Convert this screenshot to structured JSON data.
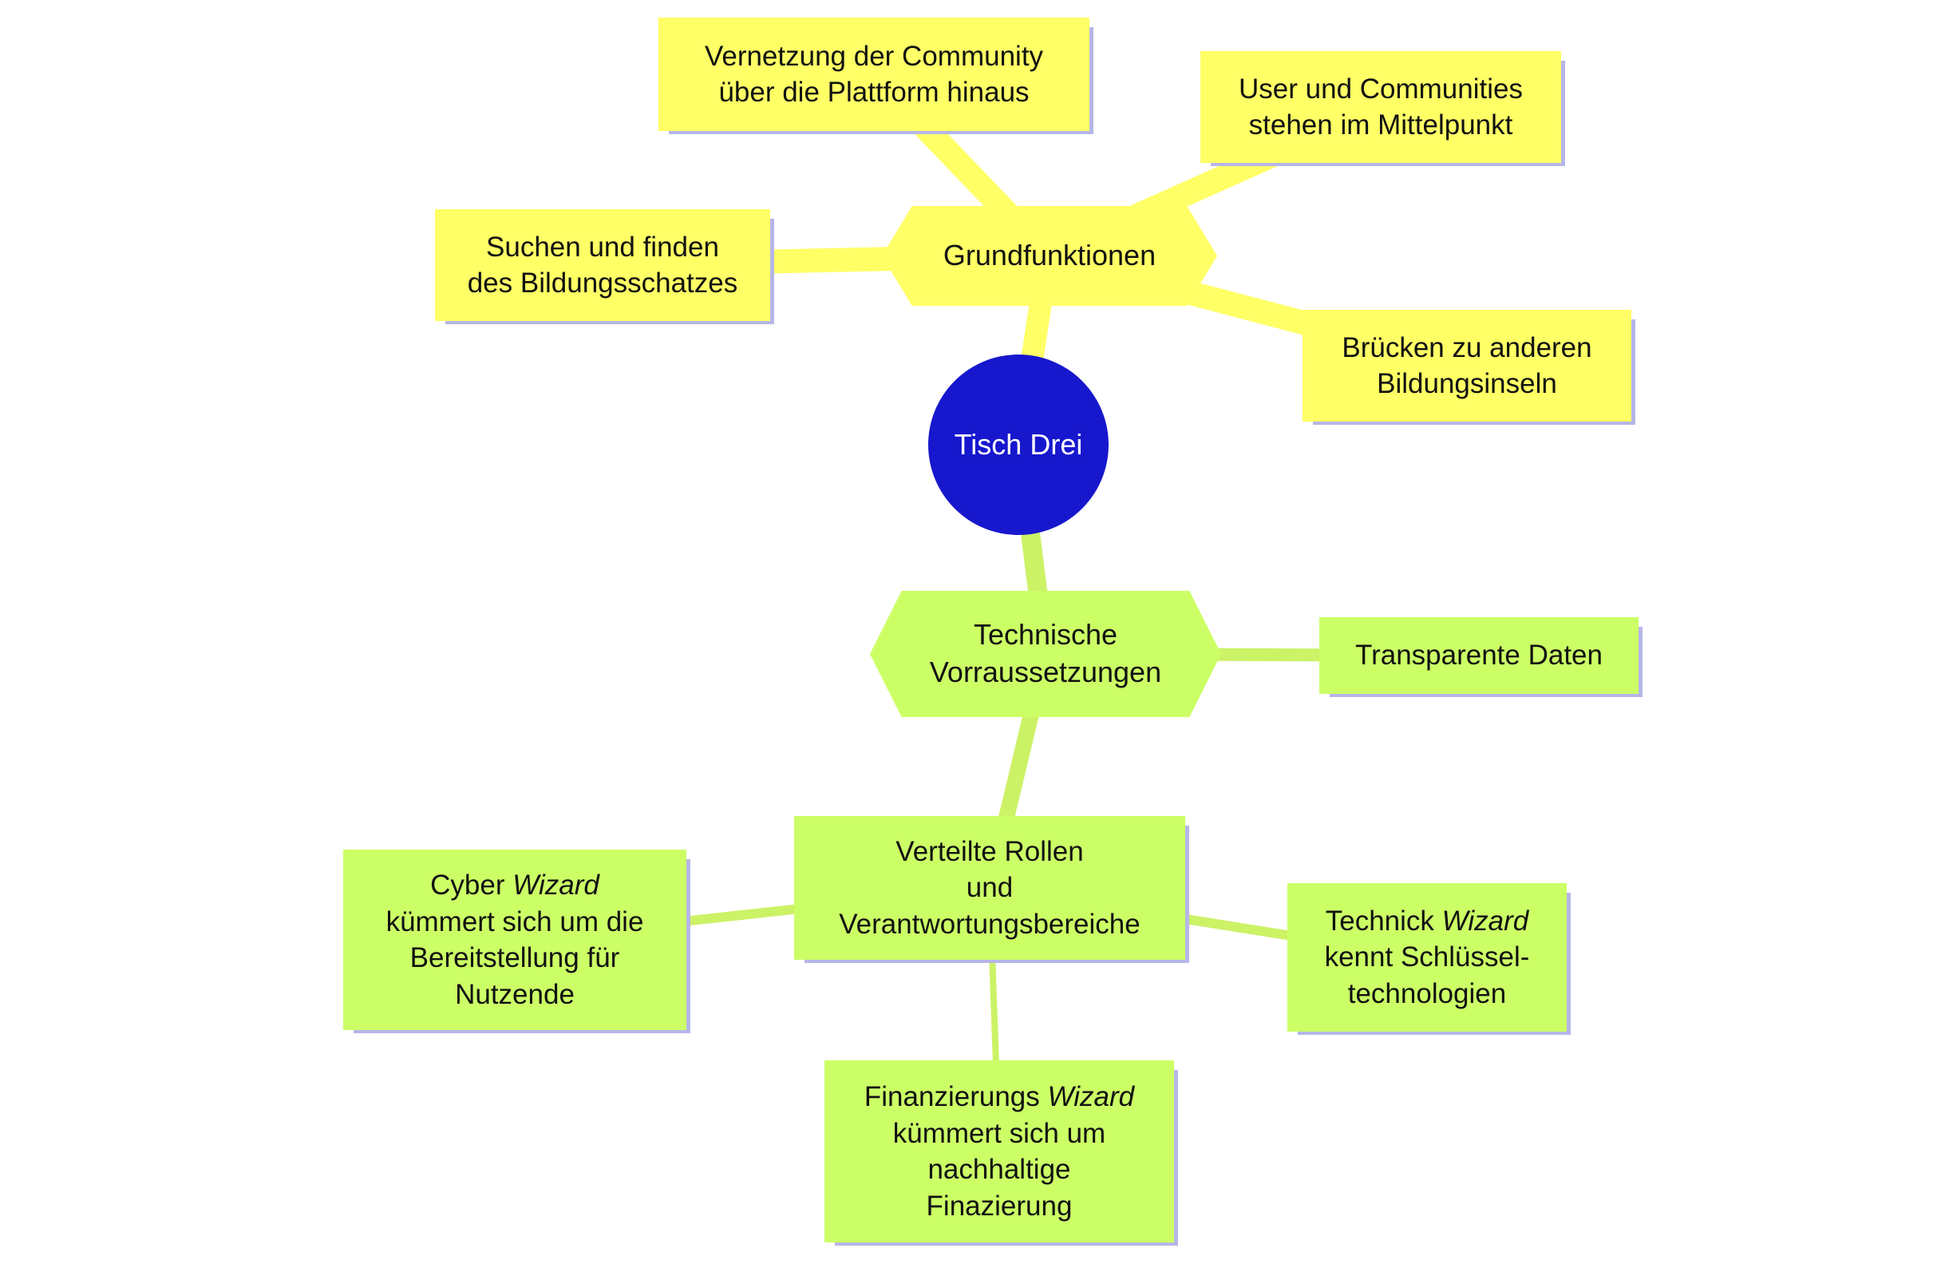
{
  "palette": {
    "background": "#FFFFFF",
    "yellow_node": "#FFFF66",
    "green_node": "#CCFF66",
    "green_edge": "#CCF266",
    "root_blue": "#1717CE",
    "shadow": "#B6B6E8",
    "text": "#111111",
    "root_text": "#FFFFFF"
  },
  "root": {
    "label": "Tisch Drei"
  },
  "nodes": {
    "grundfunktionen": {
      "label": "Grundfunktionen"
    },
    "vernetzung": {
      "label": "Vernetzung der Community\nüber die Plattform hinaus"
    },
    "user": {
      "label": "User und Communities\nstehen im Mittelpunkt"
    },
    "suchen": {
      "label": "Suchen und finden\ndes Bildungsschatzes"
    },
    "bruecken": {
      "label": "Brücken zu anderen\nBildungsinseln"
    },
    "technische": {
      "label": "Technische\nVorraussetzungen"
    },
    "transparente": {
      "label": "Transparente Daten"
    },
    "verteilte": {
      "label": "Verteilte Rollen\nund\nVerantwortungsbereiche"
    },
    "cyber": {
      "pre": "Cyber ",
      "em": "Wizard",
      "post": "\nkümmert sich um die\nBereitstellung für\nNutzende"
    },
    "technick": {
      "pre": "Technick ",
      "em": "Wizard",
      "post": "\nkennt Schlüssel-\ntechnologien"
    },
    "finanzierungs": {
      "pre": "Finanzierungs ",
      "em": "Wizard",
      "post": "\nkümmert sich um\nnachhaltige\nFinazierung"
    }
  }
}
